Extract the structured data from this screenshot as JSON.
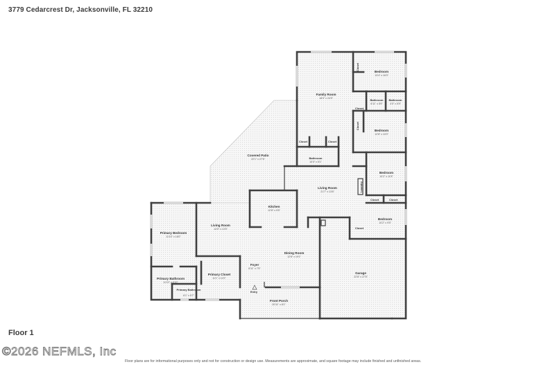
{
  "header": {
    "address": "3779 Cedarcrest Dr, Jacksonville, FL 32210"
  },
  "floor_label": "Floor 1",
  "watermark": "©2026 NEFMLS, Inc",
  "disclaimer": "Floor plans are for informational purposes only and not for construction or design use. Measurements are approximate, and square footage may include finished and unfinished areas.",
  "rooms": {
    "family_room": {
      "name": "Family Room",
      "dims": "18'0\" x 24'9\""
    },
    "bedroom_ne": {
      "name": "Bedroom",
      "dims": "13'4\" x 16'3\""
    },
    "closet_ne": {
      "name": "Closet"
    },
    "bathroom_a": {
      "name": "Bathroom",
      "dims": "6'11\" x 5'9\""
    },
    "bathroom_b": {
      "name": "Bathroom",
      "dims": "4'0\" x 5'9\""
    },
    "closet_mid": {
      "name": "Closet"
    },
    "closet_e2": {
      "name": "Closet"
    },
    "bedroom_e2": {
      "name": "Bedroom",
      "dims": "12'8\" x 10'0\""
    },
    "closet_fr1": {
      "name": "Closet"
    },
    "closet_fr2": {
      "name": "Closet"
    },
    "bathroom_c": {
      "name": "Bathroom",
      "dims": "10'0\" x 5'1\""
    },
    "covered_patio": {
      "name": "Covered Patio",
      "dims": "22'1\" x 27'6\""
    },
    "bedroom_e3": {
      "name": "Bedroom",
      "dims": "10'2\" x 11'5\""
    },
    "laundry": {
      "name": "Laundry"
    },
    "living_room": {
      "name": "Living Room",
      "dims": "21'7\" x 13'6\""
    },
    "closet_e3a": {
      "name": "Closet"
    },
    "closet_e3b": {
      "name": "Closet"
    },
    "kitchen": {
      "name": "Kitchen",
      "dims": "12'8\" x 9'5\""
    },
    "bedroom_e4": {
      "name": "Bedroom",
      "dims": "10'2\" x 9'5\""
    },
    "closet_e4": {
      "name": "Closet"
    },
    "primary_bedroom": {
      "name": "Primary Bedroom",
      "dims": "11'10\" x 16'0\""
    },
    "living_room_2": {
      "name": "Living Room",
      "dims": "14'0\" x 13'5\""
    },
    "dining_room": {
      "name": "Dining Room",
      "dims": "12'8\" x 19'1\""
    },
    "garage": {
      "name": "Garage",
      "dims": "22'8\" x 27'5\""
    },
    "foyer": {
      "name": "Foyer",
      "dims": "6'11\" x 7'5\""
    },
    "primary_closet": {
      "name": "Primary Closet",
      "dims": "11'1\" x 12'2\""
    },
    "primary_bathroom": {
      "name": "Primary Bathroom",
      "dims": "11'10\" x 6'10\""
    },
    "primary_bathroom_2": {
      "name": "Primary Bathroom",
      "dims": "6'1\" x 5'7\""
    },
    "entry": {
      "name": "Entry"
    },
    "front_porch": {
      "name": "Front Porch",
      "dims": "20'11\" x 8'1\""
    }
  }
}
